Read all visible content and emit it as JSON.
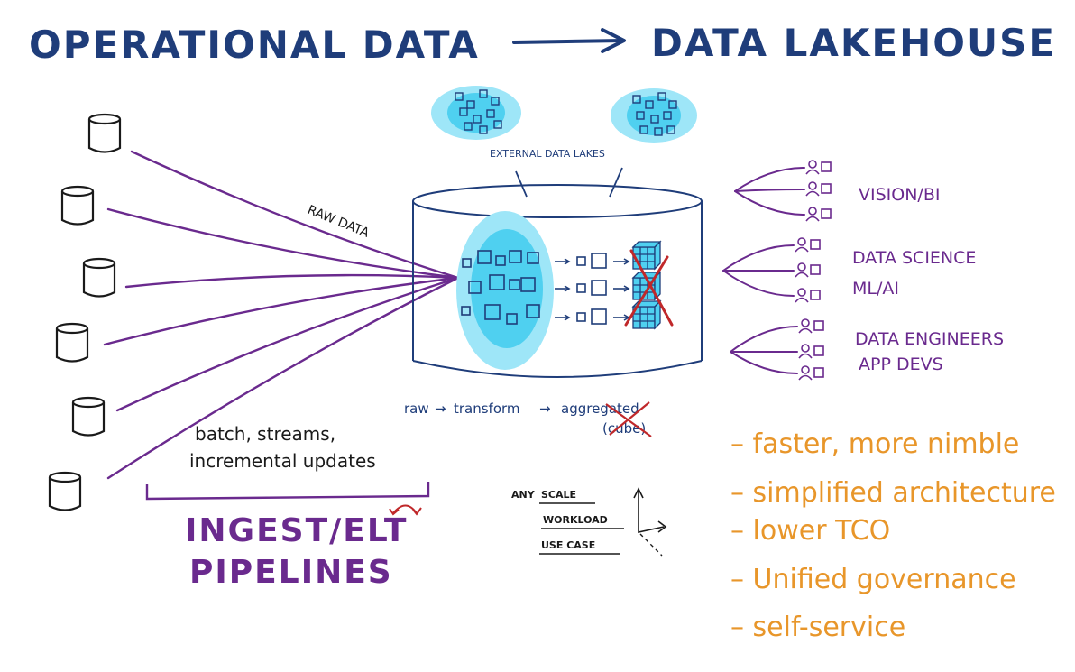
{
  "title": {
    "left": "OPERATIONAL DATA",
    "right": "DATA LAKEHOUSE"
  },
  "labels": {
    "raw_data": "RAW DATA",
    "external_lakes": "EXTERNAL DATA LAKES",
    "batch_line1": "batch, streams,",
    "batch_line2": "incremental updates",
    "ingest_line1": "INGEST/ELT",
    "ingest_line2": "PIPELINES",
    "flow_raw": "raw",
    "flow_transform": "transform",
    "flow_aggregated": "aggregated",
    "flow_cube": "(cube)",
    "scale_any": "ANY",
    "scale_scale": "SCALE",
    "scale_workload": "WORKLOAD",
    "scale_usecase": "USE CASE"
  },
  "personas": [
    {
      "line1": "VISION/BI",
      "line2": ""
    },
    {
      "line1": "DATA SCIENCE",
      "line2": "ML/AI"
    },
    {
      "line1": "DATA ENGINEERS",
      "line2": "APP DEVS"
    }
  ],
  "benefits": [
    "– faster, more nimble",
    "– simplified architecture",
    "– lower TCO",
    "– Unified governance",
    "– self-service"
  ],
  "colors": {
    "navy": "#1f3d7a",
    "purple": "#6a2a8e",
    "orange": "#e8962a",
    "cyan": "#4fd0f0",
    "cyan_light": "#9ee6f8",
    "red": "#c0282a",
    "ink": "#1a1a1a"
  }
}
